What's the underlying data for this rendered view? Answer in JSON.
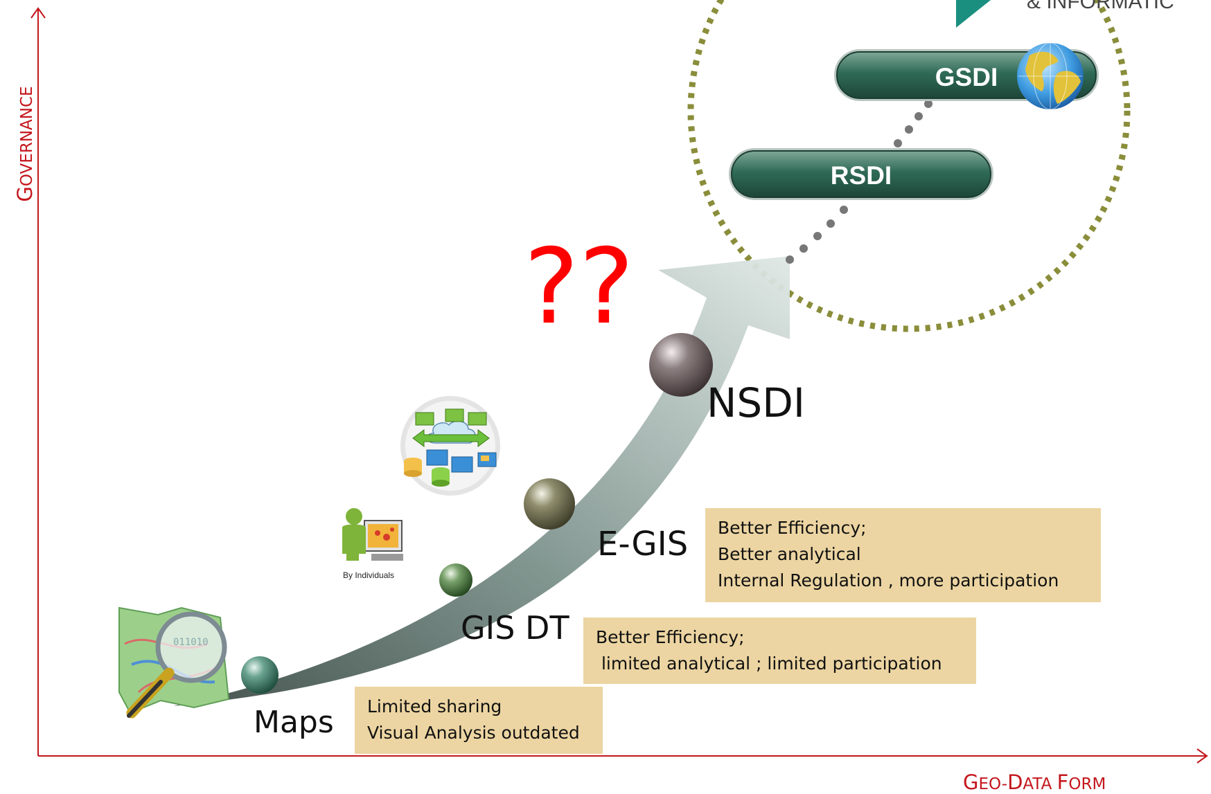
{
  "axes": {
    "y_title": {
      "first": "G",
      "rest": "OVERNANCE"
    },
    "x_title": {
      "first1": "G",
      "rest1": "EO-",
      "first2": "D",
      "rest2": "ATA ",
      "first3": "F",
      "rest3": "ORM"
    }
  },
  "stages": [
    {
      "label": "Maps"
    },
    {
      "label": "GIS DT"
    },
    {
      "label": "E-GIS"
    },
    {
      "label": "NSDI"
    }
  ],
  "boxes": [
    {
      "lines": [
        "Limited sharing",
        "Visual Analysis outdated"
      ]
    },
    {
      "lines": [
        "Better Efficiency;",
        " limited analytical ; limited participation"
      ]
    },
    {
      "lines": [
        "Better Efficiency;",
        "Better analytical",
        "Internal Regulation , more participation"
      ]
    }
  ],
  "future": {
    "question": "??",
    "rsdi": "RSDI",
    "gsdi": "GSDI"
  },
  "icons": {
    "individuals_caption": "By Individuals"
  },
  "corner_fragment": "& INFORMATIC",
  "colors": {
    "axis": "#c4161c",
    "question": "#ff0000",
    "box": "#ecd5a2",
    "pill": "#2f6a57",
    "circle_dash": "#8a8d3a"
  }
}
